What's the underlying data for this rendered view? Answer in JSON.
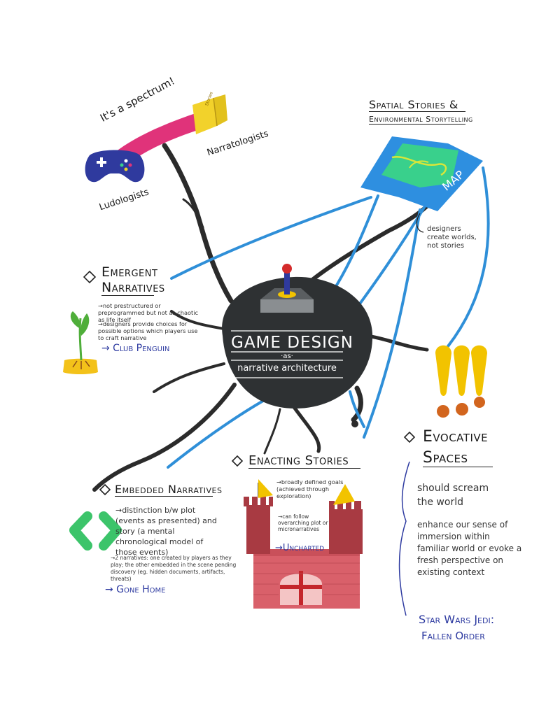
{
  "colors": {
    "center_blob": "#2e3133",
    "branch_dark": "#2b2b2b",
    "branch_blue": "#2f8fd8",
    "map_blue": "#2e8fe0",
    "map_green": "#39d08c",
    "map_yellow": "#d8e63a",
    "pink_band": "#e0337a",
    "book_yellow": "#f2d22b",
    "controller": "#2f3a9e",
    "castle_brick": "#d9606a",
    "castle_flag": "#f2c300",
    "diamond_green": "#3cc46a",
    "exclaim_yellow": "#f2c300",
    "exclaim_dot": "#d2651e",
    "plant_green": "#4fae3a",
    "pot_yellow": "#f3c21a",
    "example_blue": "#2d3aa0"
  },
  "center": {
    "title": "GAME DESIGN",
    "as": "·as·",
    "subtitle": "narrative architecture",
    "icon": "joystick-icon"
  },
  "spectrum": {
    "label": "It's a spectrum!",
    "left": "Ludologists",
    "right": "Narratologists",
    "book_text": "Stories",
    "icons": [
      "game-controller-icon",
      "book-icon"
    ]
  },
  "spatial": {
    "title_line1": "Spatial Stories &",
    "title_line2": "Environmental Storytelling",
    "map_label": "MAP",
    "note": "designers create worlds, not stories",
    "icon": "map-icon"
  },
  "emergent": {
    "title_line1": "Emergent",
    "title_line2": "Narratives",
    "note1": "→not prestructured or preprogrammed but not as chaotic as life itself",
    "note2": "→designers provide choices for possible options which players use to craft narrative",
    "example": "→ Club Penguin",
    "icon": "sprout-icon"
  },
  "evocative": {
    "title_line1": "Evocative",
    "title_line2": "Spaces",
    "note1": "should scream the world",
    "note2": "enhance our sense of immersion within familiar world or evoke a fresh perspective on existing context",
    "example_line1": "Star Wars Jedi:",
    "example_line2": "Fallen Order",
    "icon": "exclamation-icon"
  },
  "enacting": {
    "title": "Enacting Stories",
    "note1": "→broadly defined goals (achieved through exploration)",
    "note2": "→can follow overarching plot or micronarratives",
    "example": "→Uncharted",
    "icon": "castle-icon"
  },
  "embedded": {
    "title": "Embedded Narratives",
    "note1": "→distinction b/w plot (events as presented) and story (a mental chronological model of those events)",
    "note2": "→2 narratives: one created by players as they play; the other embedded in the scene pending discovery (eg. hidden documents, artifacts, threats)",
    "example": "→ Gone Home",
    "icon": "diamond-icon"
  }
}
